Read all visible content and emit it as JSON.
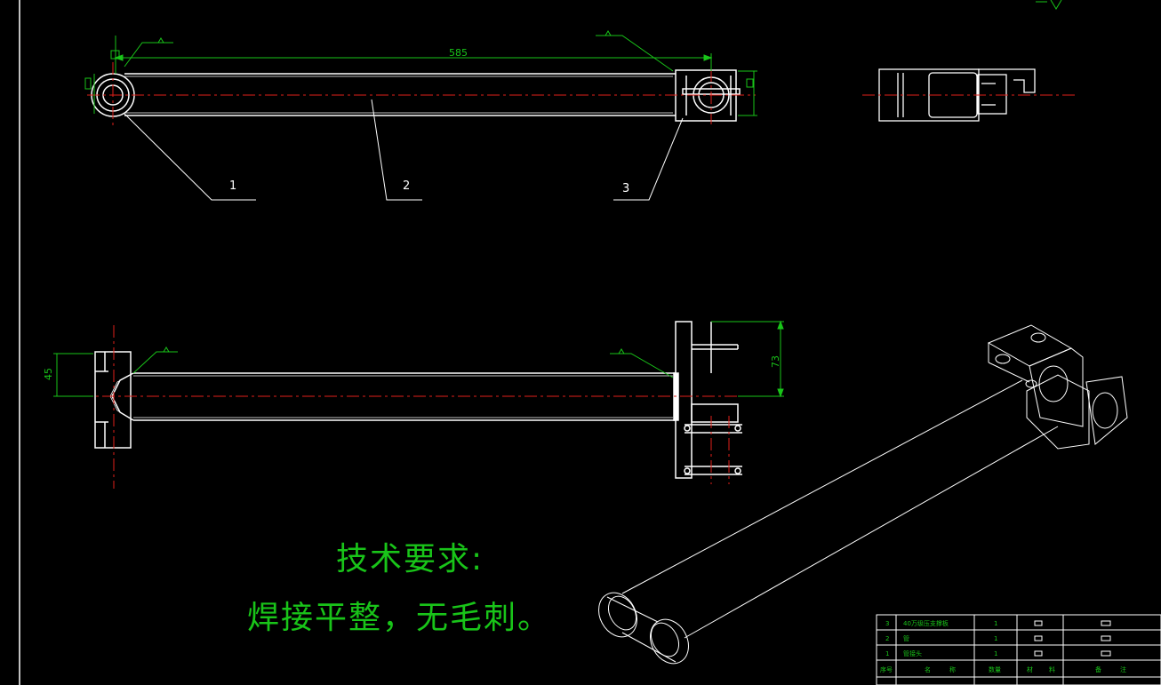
{
  "drawing": {
    "background": "#000000",
    "colors": {
      "line": "#ffffff",
      "dimension": "#19c419",
      "center": "#e0201a",
      "text_green": "#19c419"
    },
    "dimensions": {
      "length": "585",
      "offset_a": "45",
      "offset_b": "73"
    },
    "part_balloons": [
      "1",
      "2",
      "3"
    ],
    "requirements": {
      "title": "技术要求:",
      "body": "焊接平整，无毛刺。"
    },
    "title_block": {
      "rows": [
        {
          "idx": "3",
          "name": "40万级压支撑板",
          "qty": "1"
        },
        {
          "idx": "2",
          "name": "管",
          "qty": "1"
        },
        {
          "idx": "1",
          "name": "管接头",
          "qty": "1"
        }
      ],
      "header": [
        "序号",
        "名",
        "称",
        "数量",
        "材",
        "料",
        "备",
        "注"
      ]
    }
  }
}
